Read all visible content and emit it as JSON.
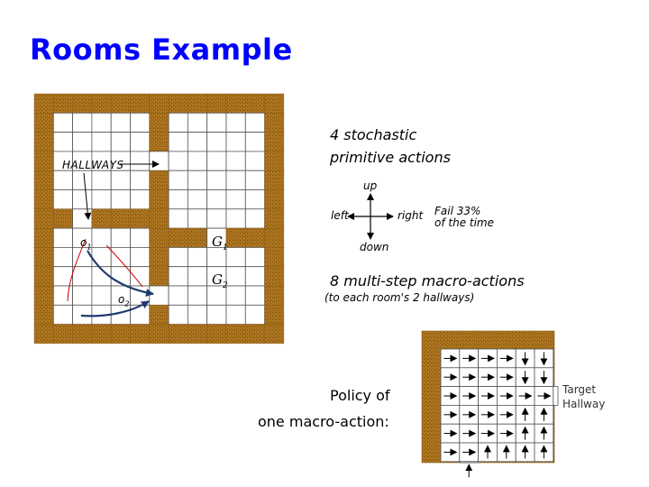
{
  "slide": {
    "title": "Rooms Example"
  },
  "grid": {
    "hallways_label": "HALLWAYS",
    "o1_label": "o",
    "o1_sub": "1",
    "o2_label": "o",
    "o2_sub": "2",
    "g1_label": "G",
    "g1_sub": "1",
    "g2_label": "G",
    "g2_sub": "2"
  },
  "actions": {
    "heading_line1": "4 stochastic",
    "heading_line2": "primitive actions",
    "up": "up",
    "down": "down",
    "left": "left",
    "right": "right",
    "fail_line1": "Fail 33%",
    "fail_line2": "of the time"
  },
  "macro": {
    "heading": "8 multi-step macro-actions",
    "subheading": "(to each room's 2 hallways)"
  },
  "policy": {
    "caption_line1": "Policy of",
    "caption_line2": "one macro-action:",
    "target_line1": "Target",
    "target_line2": "Hallway"
  },
  "colors": {
    "title": "#0000ff",
    "wall": "#a8701a",
    "path": "#1f3a6e",
    "hallway_pointer": "#cc0000"
  }
}
